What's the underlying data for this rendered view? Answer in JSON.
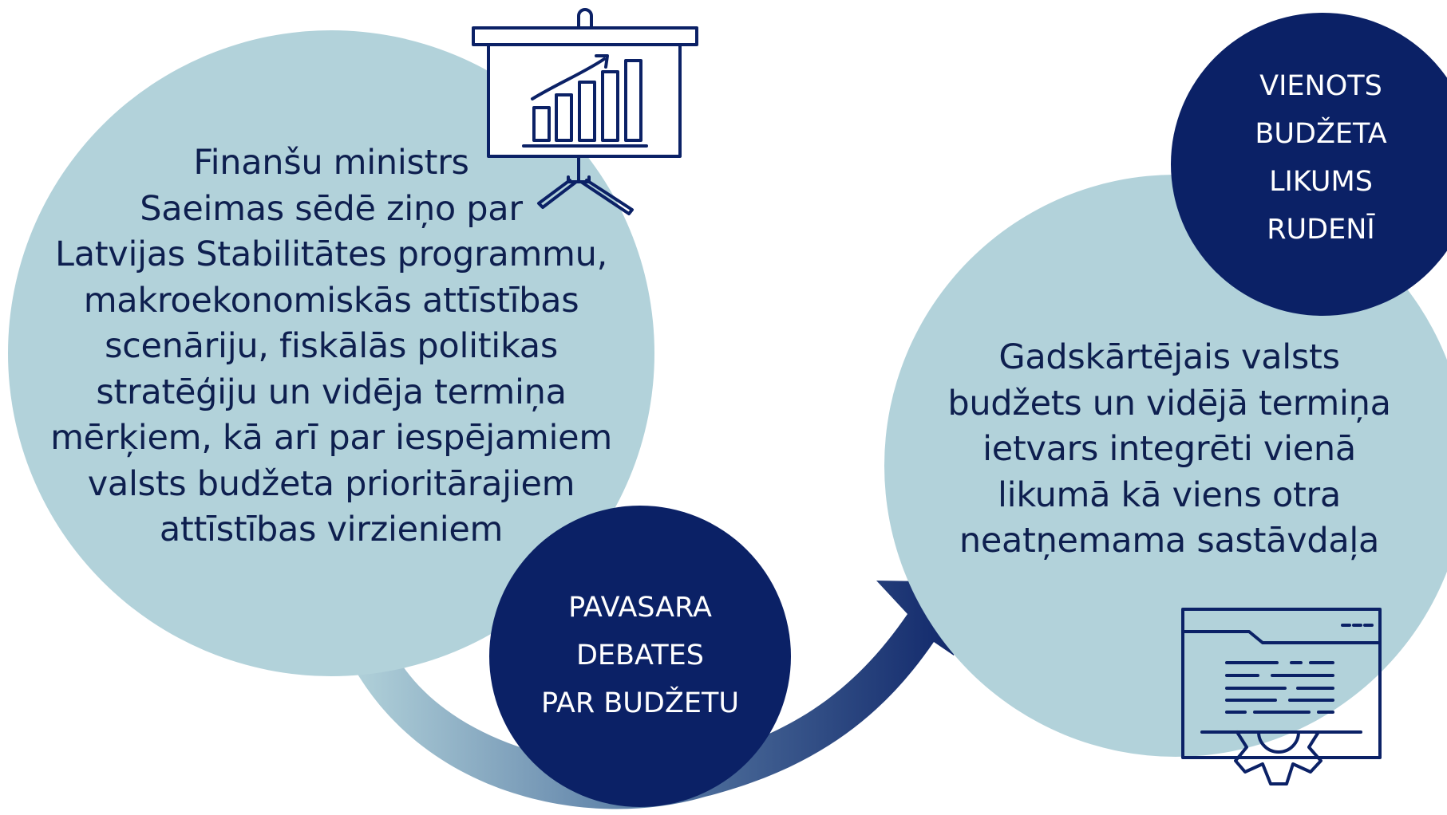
{
  "colors": {
    "light_circle": "#b2d2da",
    "dark_circle": "#0b2166",
    "text_dark": "#0e1f4f",
    "text_light": "#ffffff",
    "icon_stroke": "#0b2166"
  },
  "icons": {
    "presentation": "presentation-chart-icon",
    "document": "document-settings-icon"
  },
  "left_circle": {
    "lines": [
      "Finanšu ministrs",
      "Saeimas sēdē ziņo par",
      "Latvijas Stabilitātes programmu,",
      "makroekonomiskās attīstības",
      "scenāriju, fiskālās politikas",
      "stratēģiju un vidēja termiņa",
      "mērķiem, kā arī par iespējamiem",
      "valsts budžeta prioritārajiem",
      "attīstības virzieniem"
    ]
  },
  "right_circle": {
    "lines": [
      "Gadskārtējais valsts",
      "budžets un vidējā termiņa",
      "ietvars integrēti vienā",
      "likumā kā viens otra",
      "neatņemama sastāvdaļa"
    ]
  },
  "spring_badge": {
    "lines": [
      "PAVASARA",
      "DEBATES",
      "PAR BUDŽETU"
    ]
  },
  "autumn_badge": {
    "lines": [
      "VIENOTS",
      "BUDŽETA",
      "LIKUMS",
      "RUDENĪ"
    ]
  }
}
